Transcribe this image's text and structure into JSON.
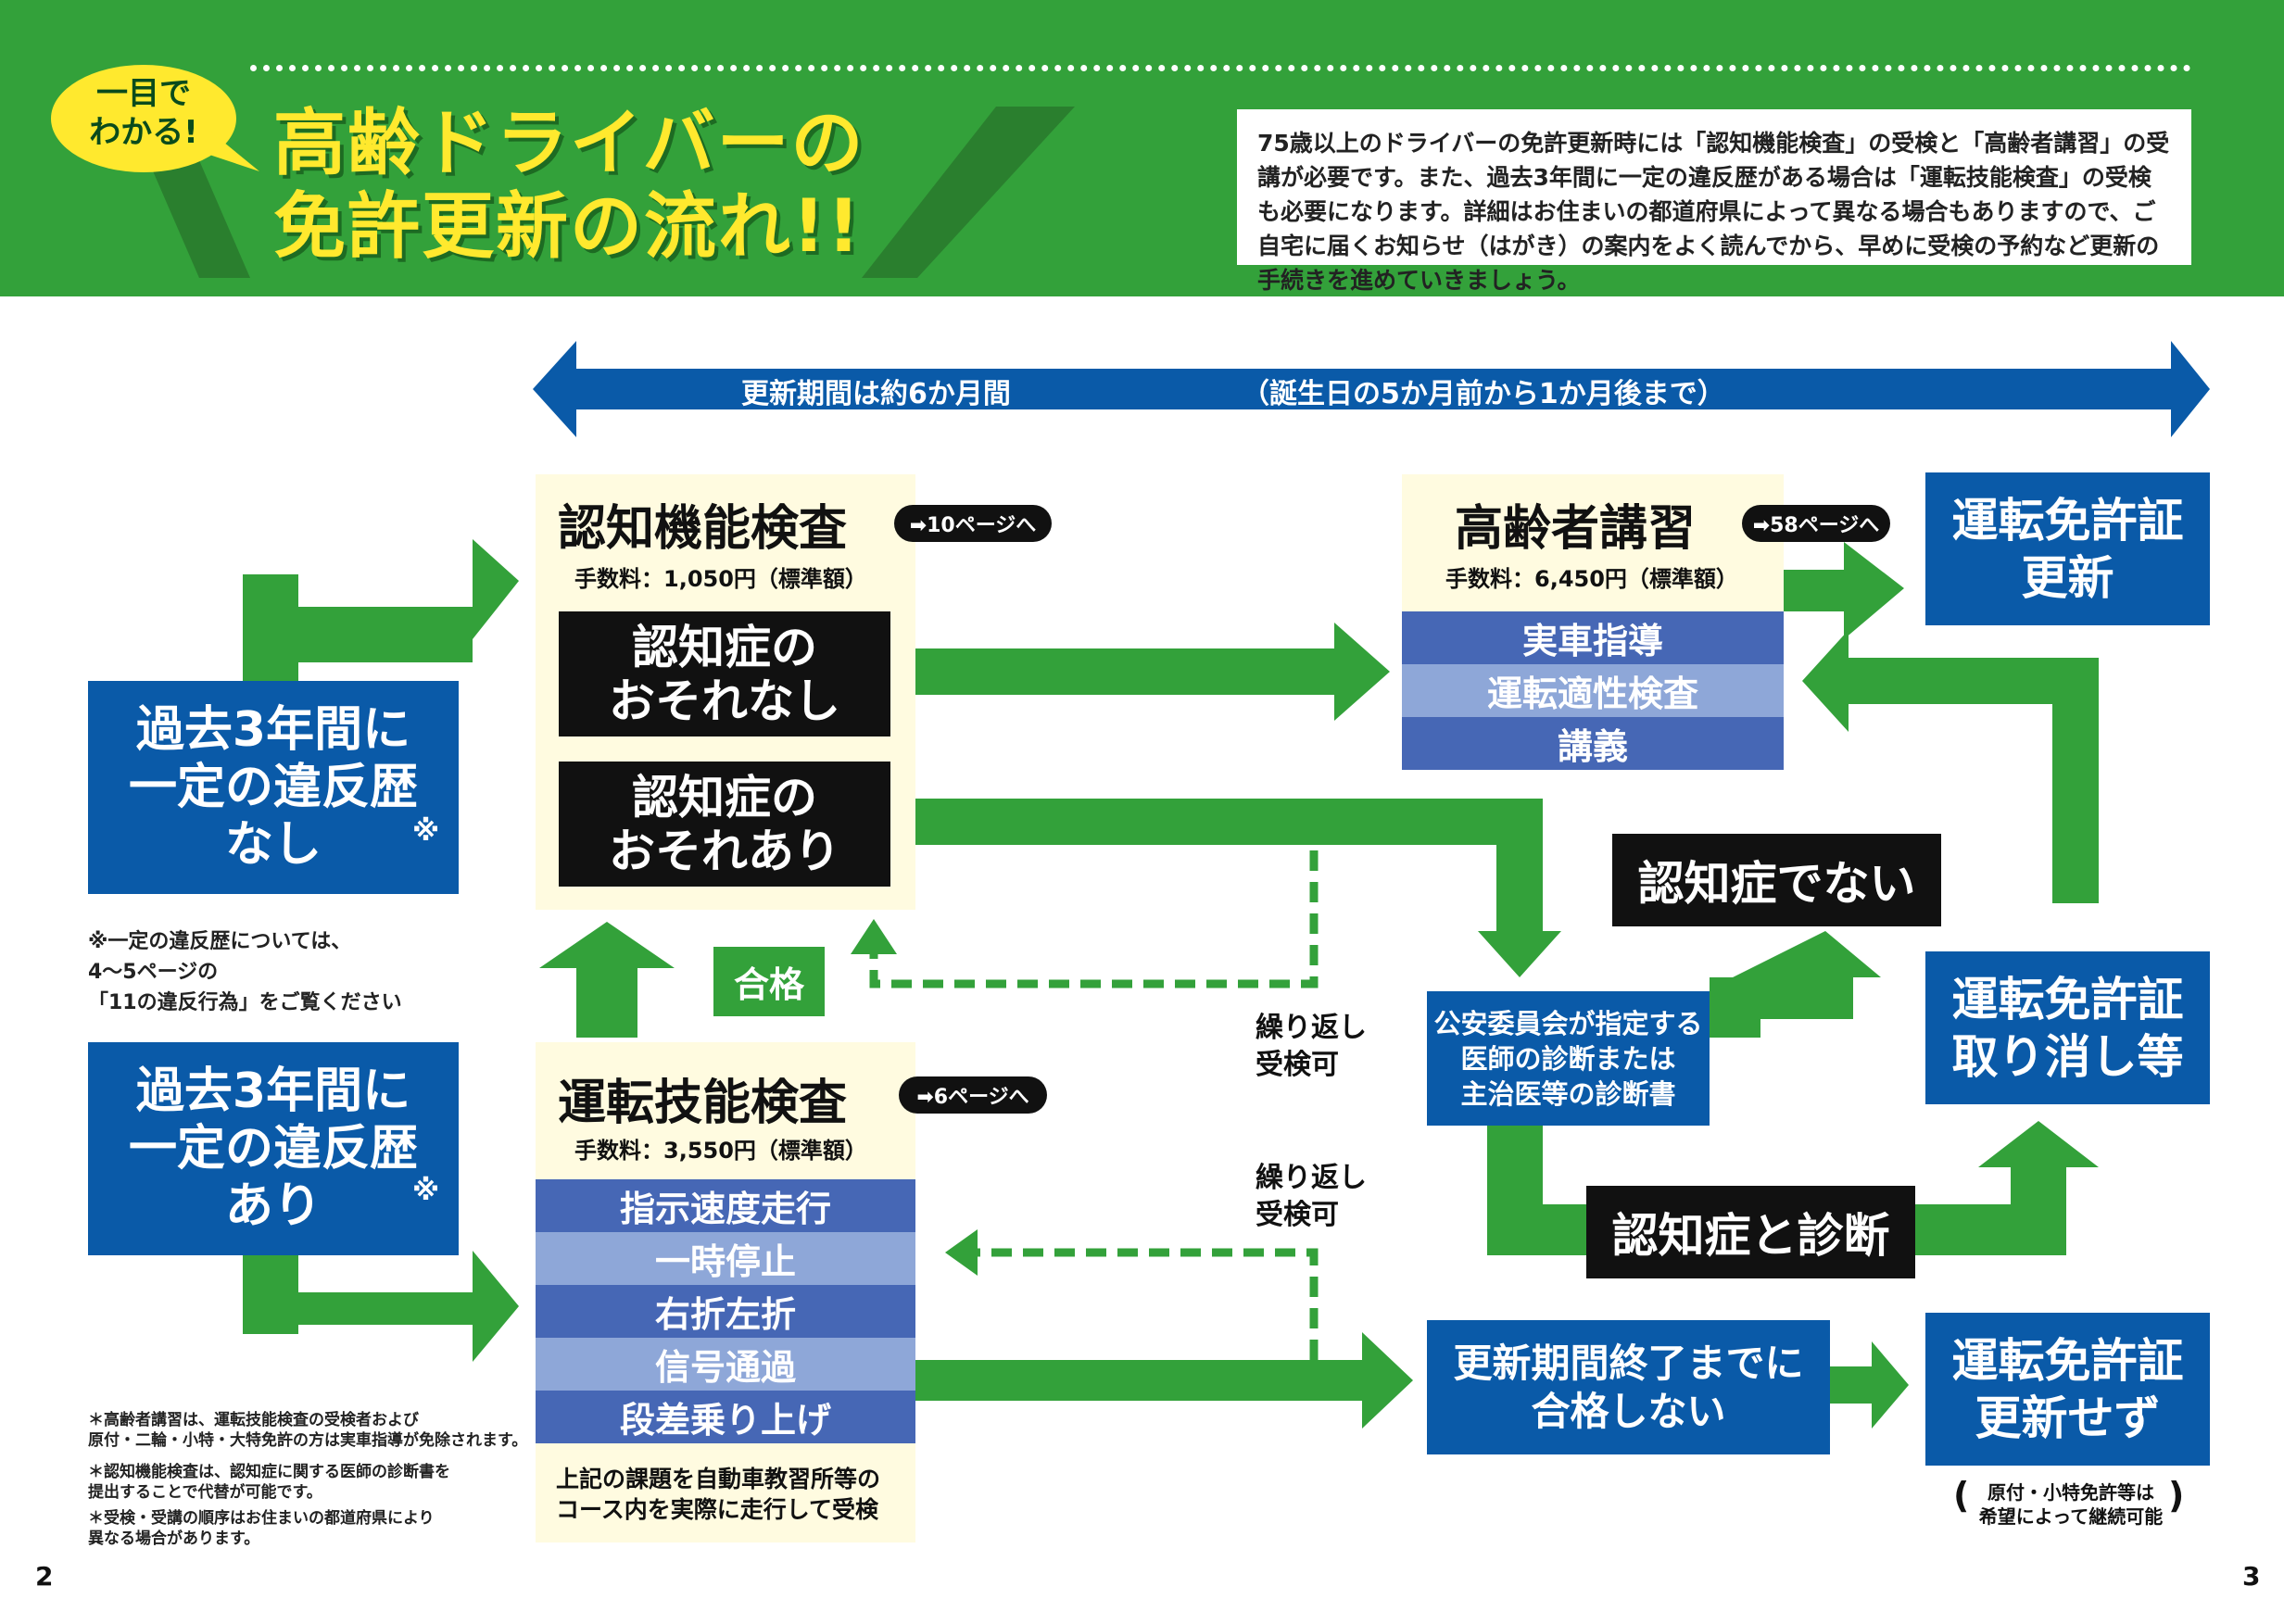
{
  "header": {
    "badge": "一目で\nわかる!",
    "title_line1": "高齢ドライバーの",
    "title_line2": "免許更新の流れ!!",
    "intro": "75歳以上のドライバーの免許更新時には「認知機能検査」の受検と「高齢者講習」の受講が必要です。また、過去3年間に一定の違反歴がある場合は「運転技能検査」の受検も必要になります。詳細はお住まいの都道府県によって異なる場合もありますので、ご自宅に届くお知らせ（はがき）の案内をよく読んでから、早めに受検の予約など更新の手続きを進めていきましょう。"
  },
  "period": {
    "label": "更新期間は約6か月間",
    "detail": "（誕生日の5か月前から1か月後まで）"
  },
  "left": {
    "no_violation": "過去3年間に\n一定の違反歴\nなし",
    "no_violation_mark": "※",
    "note": "※一定の違反歴については、\n4〜5ページの\n「11の違反行為」をご覧ください",
    "violation": "過去3年間に\n一定の違反歴\nあり",
    "violation_mark": "※"
  },
  "cognitive": {
    "title": "認知機能検査",
    "link": "➡10ページへ",
    "fee": "手数料：1,050円（標準額）",
    "result_ok": "認知症の\nおそれなし",
    "result_risk": "認知症の\nおそれあり"
  },
  "driving": {
    "title": "運転技能検査",
    "link": "➡6ページへ",
    "fee": "手数料：3,550円（標準額）",
    "tasks": [
      "指示速度走行",
      "一時停止",
      "右折左折",
      "信号通過",
      "段差乗り上げ"
    ],
    "note": "上記の課題を自動車教習所等の\nコース内を実際に走行して受検",
    "pass": "合格"
  },
  "repeat1": "繰り返し\n受検可",
  "repeat2": "繰り返し\n受検可",
  "lecture": {
    "title": "高齢者講習",
    "link": "➡58ページへ",
    "fee": "手数料：6,450円（標準額）",
    "items": [
      "実車指導",
      "運転適性検査",
      "講義"
    ]
  },
  "diagnosis_box": "公安委員会が指定する\n医師の診断または\n主治医等の診断書",
  "not_dementia": "認知症でない",
  "dementia": "認知症と診断",
  "fail_box": "更新期間終了までに\n合格しない",
  "outcomes": {
    "renew": "運転免許証\n更新",
    "revoke": "運転免許証\n取り消し等",
    "no_renew": "運転免許証\n更新せず",
    "no_renew_note": "原付・小特免許等は\n希望によって継続可能"
  },
  "footnotes": [
    "＊高齢者講習は、運転技能検査の受検者および\n原付・二輪・小特・大特免許の方は実車指導が免除されます。",
    "＊認知機能検査は、認知症に関する医師の診断書を\n提出することで代替が可能です。",
    "＊受検・受講の順序はお住まいの都道府県により\n異なる場合があります。"
  ],
  "page_left": "2",
  "page_right": "3",
  "colors": {
    "green": "#33a13a",
    "blue": "#0a5aa8",
    "stripe_dark": "#4667b5",
    "stripe_light": "#8ea7d8",
    "cream": "#fffbe0",
    "yellow": "#ffe92e"
  }
}
